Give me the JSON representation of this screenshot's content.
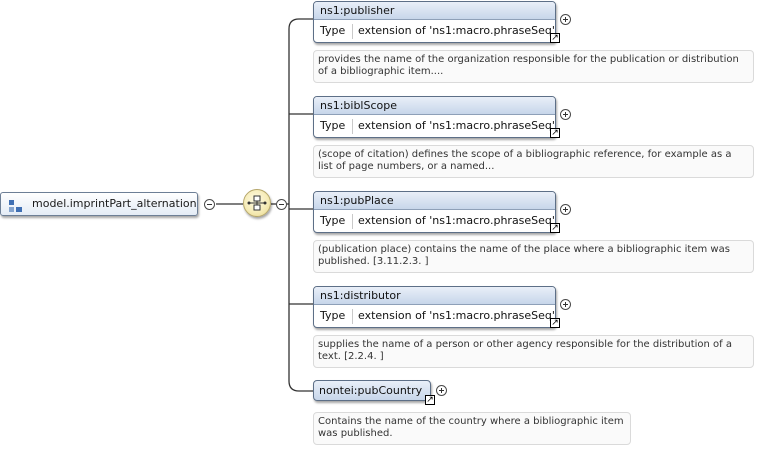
{
  "group": {
    "label": "model.imprintPart_alternation",
    "icon": "model-group-icon"
  },
  "compositor": {
    "icon": "sequence-compositor-icon"
  },
  "elements": [
    {
      "name": "ns1:publisher",
      "type_key": "Type",
      "type_value": "extension of 'ns1:macro.phraseSeq'",
      "doc": "provides the name of the organization responsible for the publication or distribution of a bibliographic item...."
    },
    {
      "name": "ns1:biblScope",
      "type_key": "Type",
      "type_value": "extension of 'ns1:macro.phraseSeq'",
      "doc": "(scope of citation) defines the scope of a bibliographic reference, for example as a list of page numbers, or a named..."
    },
    {
      "name": "ns1:pubPlace",
      "type_key": "Type",
      "type_value": "extension of 'ns1:macro.phraseSeq'",
      "doc": "(publication place) contains the name of the place where a bibliographic item was published. [3.11.2.3. ]"
    },
    {
      "name": "ns1:distributor",
      "type_key": "Type",
      "type_value": "extension of 'ns1:macro.phraseSeq'",
      "doc": "supplies the name of a person or other agency responsible for the distribution of a text. [2.2.4. ]"
    }
  ],
  "simple_element": {
    "name": "nontei:pubCountry",
    "doc": "Contains the name of the country where a bibliographic item was published."
  },
  "colors": {
    "connector": "#333333",
    "element_header": "#c7d6ea",
    "compositor_fill": "#f6ecb8"
  }
}
